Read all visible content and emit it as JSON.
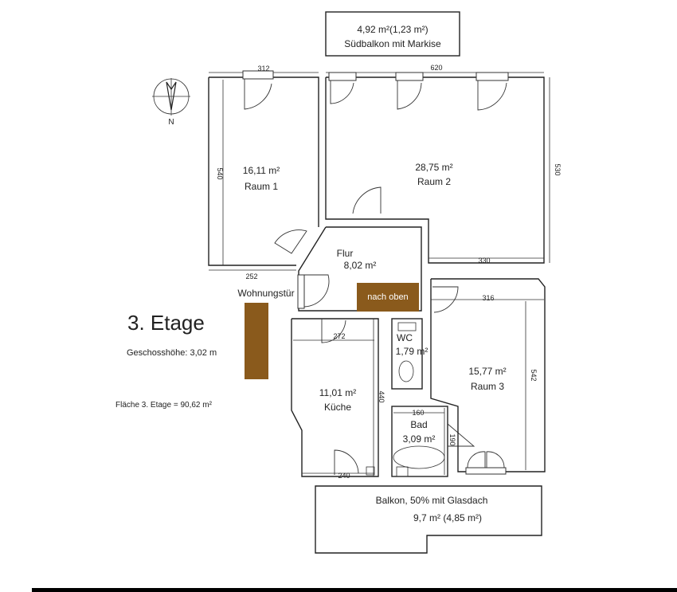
{
  "balcony_south": {
    "area": "4,92 m²(1,23 m²)",
    "name": "Südbalkon mit Markise"
  },
  "balcony_bottom": {
    "name": "Balkon, 50% mit Glasdach",
    "area": "9,7 m² (4,85 m²)"
  },
  "rooms": {
    "raum1": {
      "area": "16,11 m²",
      "name": "Raum 1"
    },
    "raum2": {
      "area": "28,75 m²",
      "name": "Raum 2"
    },
    "flur": {
      "name": "Flur",
      "area": "8,02 m²"
    },
    "kueche": {
      "area": "11,01 m²",
      "name": "Küche"
    },
    "wc": {
      "name": "WC",
      "area": "1,79 m²"
    },
    "bad": {
      "name": "Bad",
      "area": "3,09 m²"
    },
    "raum3": {
      "area": "15,77 m²",
      "name": "Raum 3"
    }
  },
  "dimensions": {
    "d312": "312",
    "d620": "620",
    "d540": "540",
    "d530": "530",
    "d252": "252",
    "d330": "330",
    "d316": "316",
    "d542": "542",
    "d272": "272",
    "d440": "440",
    "d160": "160",
    "d190": "190",
    "d240": "240"
  },
  "labels": {
    "wohnungstuer": "Wohnungstür",
    "nach_oben": "nach oben",
    "floor_title": "3. Etage",
    "ceiling_height": "Geschosshöhe: 3,02 m",
    "floor_area": "Fläche 3. Etage = 90,62 m²",
    "compass_n": "N"
  },
  "colors": {
    "stair": "#8a5a1c",
    "wall": "#222222"
  }
}
